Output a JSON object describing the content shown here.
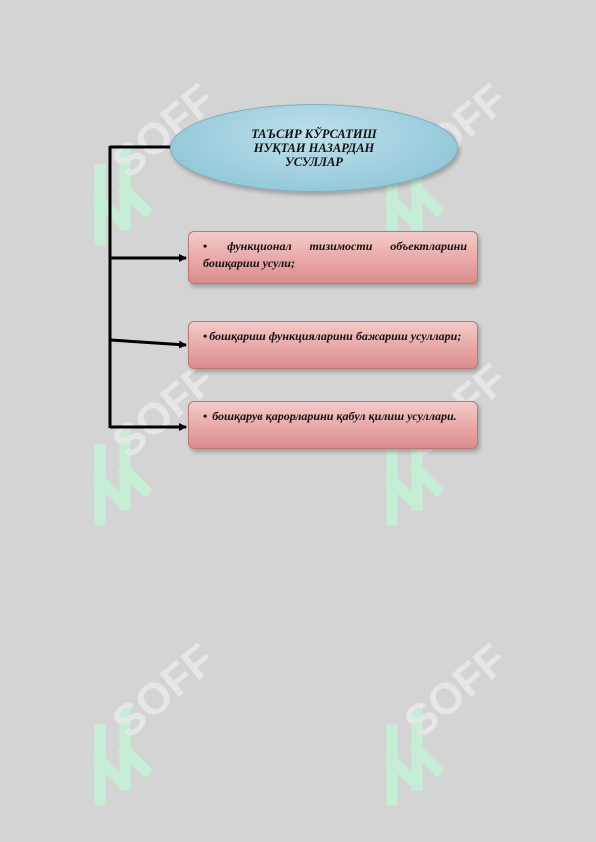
{
  "diagram": {
    "title": "ТАЪСИР КЎРСАТИШ НУҚТАИ НАЗАРДАН УСУЛЛАР",
    "items": [
      {
        "bullet": "•",
        "text": "функционал тизимости объектларини бошқариш усули;"
      },
      {
        "bullet": "•",
        "text": "бошқариш функцияларини бажариш усуллари;"
      },
      {
        "bullet": "•",
        "text": "бошқарув қарорларини қабул қилиш усуллари."
      }
    ]
  },
  "watermark": {
    "text": "SOFF"
  },
  "colors": {
    "background": "#d4d4d4",
    "ellipse_fill": "#9ccddd",
    "box_fill": "#e9a7a7",
    "connector": "#000000",
    "watermark_mark": "#c6eed6"
  }
}
